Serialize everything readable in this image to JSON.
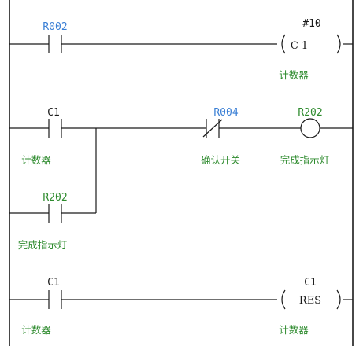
{
  "rungs": [
    {
      "contact": {
        "address": "R002"
      },
      "coil": {
        "preset": "#10",
        "text": "C 1",
        "comment": "计数器"
      }
    },
    {
      "contact": {
        "address": "C1",
        "comment": "计数器"
      },
      "nc_contact": {
        "address": "R004",
        "comment": "确认开关"
      },
      "coil": {
        "address": "R202",
        "comment": "完成指示灯"
      },
      "parallel_contact": {
        "address": "R202",
        "comment": "完成指示灯"
      }
    },
    {
      "contact": {
        "address": "C1",
        "comment": "计数器"
      },
      "coil": {
        "address": "C1",
        "text": "RES",
        "comment": "计数器"
      }
    }
  ],
  "colors": {
    "wire": "#1a1a1a",
    "address_blue": "#3a7fd5",
    "address_green": "#2e8b2e",
    "comment_green": "#2e8b2e"
  }
}
